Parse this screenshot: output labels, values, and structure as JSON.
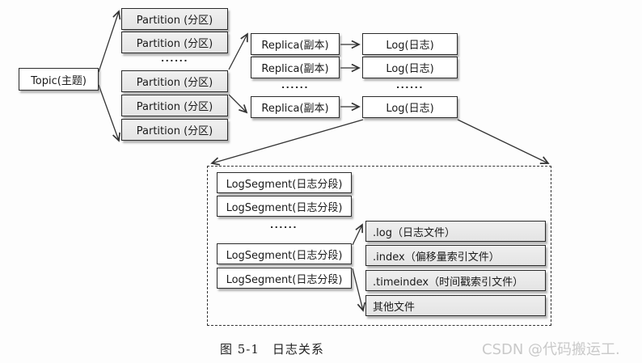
{
  "figure": {
    "topic": {
      "label": "Topic(主题)"
    },
    "partitions": {
      "ellipsis": "......",
      "labels": [
        "Partition (分区)",
        "Partition (分区)",
        "Partition (分区)",
        "Partition (分区)",
        "Partition (分区)"
      ]
    },
    "replicas": {
      "ellipsis": "......",
      "labels": [
        "Replica(副本)",
        "Replica(副本)",
        "Replica(副本)"
      ]
    },
    "logs": {
      "ellipsis": "......",
      "labels": [
        "Log(日志)",
        "Log(日志)",
        "Log(日志)"
      ]
    },
    "log_segments": {
      "ellipsis": "......",
      "labels": [
        "LogSegment(日志分段)",
        "LogSegment(日志分段)",
        "LogSegment(日志分段)",
        "LogSegment(日志分段)"
      ]
    },
    "files": {
      "labels": [
        ".log（日志文件）",
        ".index（偏移量索引文件）",
        ".timeindex（时间戳索引文件）",
        "其他文件"
      ]
    }
  },
  "caption": "图 5-1　日志关系",
  "watermark": "CSDN @代码搬运工.",
  "colors": {
    "page-bg": "#fdfdfd",
    "line": "#333333",
    "box-border": "#2b2b2b",
    "box-fill": "#ffffff",
    "gray-fill": "#e4e4e4",
    "watermark-color": "#c9c9c9"
  }
}
